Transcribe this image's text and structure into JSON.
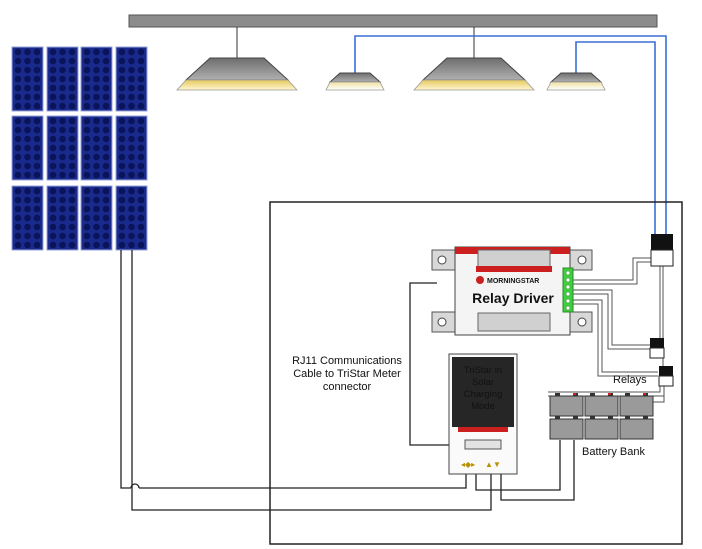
{
  "labels": {
    "rj11_line1": "RJ11 Communications",
    "rj11_line2": "Cable to TriStar Meter",
    "rj11_line3": "connector",
    "relays": "Relays",
    "battery_bank": "Battery Bank",
    "relay_driver": "Relay Driver",
    "morningstar_logo": "MORNINGSTAR",
    "tristar_line1": "TriStar in",
    "tristar_line2": "Solar",
    "tristar_line3": "Charging",
    "tristar_line4": "Mode"
  },
  "colors": {
    "solar_cell": "#1a2a8c",
    "solar_dot": "#0a145a",
    "lamp_body": "#8a8a8a",
    "lamp_glow": "#e6c860",
    "control_wire": "#3b6fd6",
    "wire": "#222222",
    "relay_driver_red": "#cc1f1f",
    "terminal_green": "#3fcf3f",
    "battery": "#9a9a9a",
    "tristar_panel": "#262626"
  },
  "icons": {
    "solar_array": "solar-panel-icon",
    "lamp": "lamp-icon",
    "relay": "relay-icon",
    "battery": "battery-icon"
  }
}
